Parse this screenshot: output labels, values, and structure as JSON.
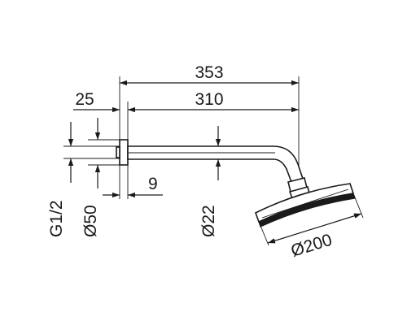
{
  "drawing": {
    "dimensions": {
      "overall_length": "353",
      "arm_length": "310",
      "flange_depth": "25",
      "flange_offset": "9",
      "thread": "G1/2",
      "flange_diameter": "Ø50",
      "arm_diameter": "Ø22",
      "head_diameter": "Ø200"
    }
  }
}
